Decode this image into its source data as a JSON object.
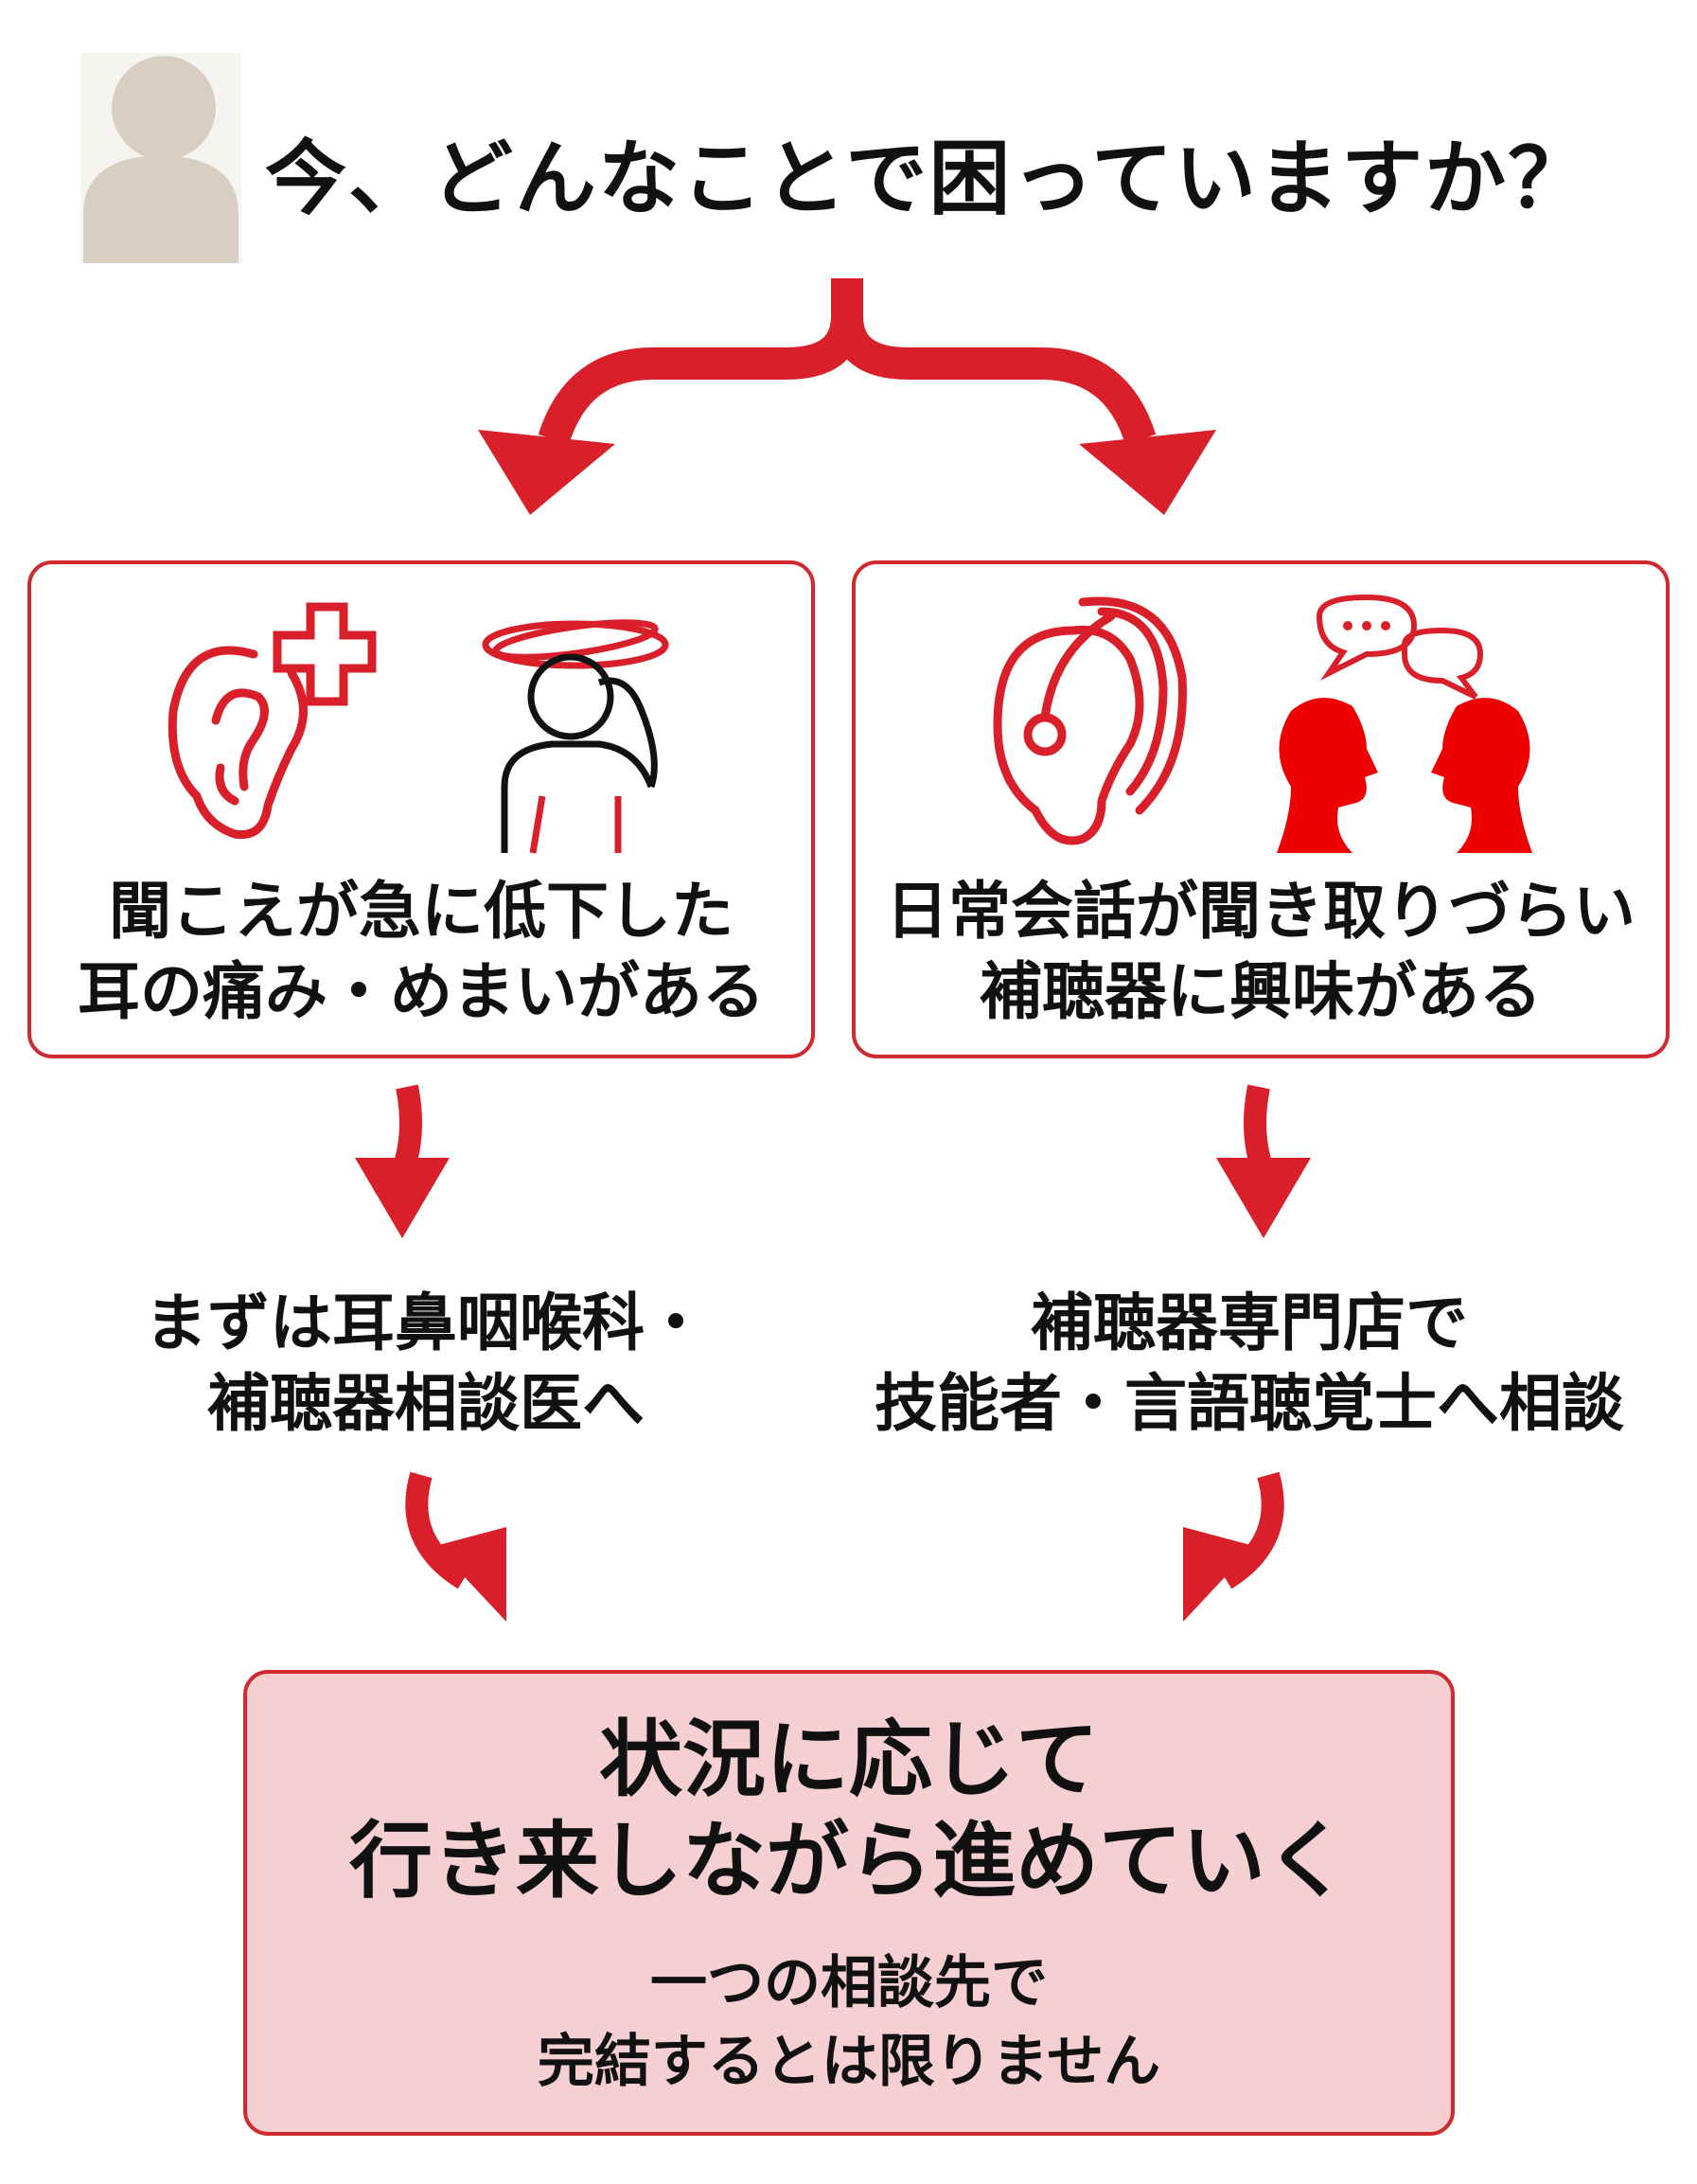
{
  "header": {
    "title": "今、どんなことで困っていますか？",
    "avatar_icon": "person-silhouette-icon"
  },
  "colors": {
    "accent": "#d9202a",
    "avatar": "#d8cfc2",
    "final_box_fill": "#f5cfd2"
  },
  "branches": [
    {
      "icons": [
        "ear-plus-icon",
        "dizzy-person-icon"
      ],
      "lines": [
        "聞こえが急に低下した",
        "耳の痛み・めまいがある"
      ],
      "next_lines": [
        "まずは耳鼻咽喉科・",
        "補聴器相談医へ"
      ]
    },
    {
      "icons": [
        "hearing-aid-ear-icon",
        "conversation-heads-icon"
      ],
      "lines": [
        "日常会話が聞き取りづらい",
        "補聴器に興味がある"
      ],
      "next_lines": [
        "補聴器専門店で",
        "技能者・言語聴覚士へ相談"
      ]
    }
  ],
  "conclusion": {
    "headline": [
      "状況に応じて",
      "行き来しながら進めていく"
    ],
    "note": [
      "一つの相談先で",
      "完結するとは限りません"
    ]
  }
}
